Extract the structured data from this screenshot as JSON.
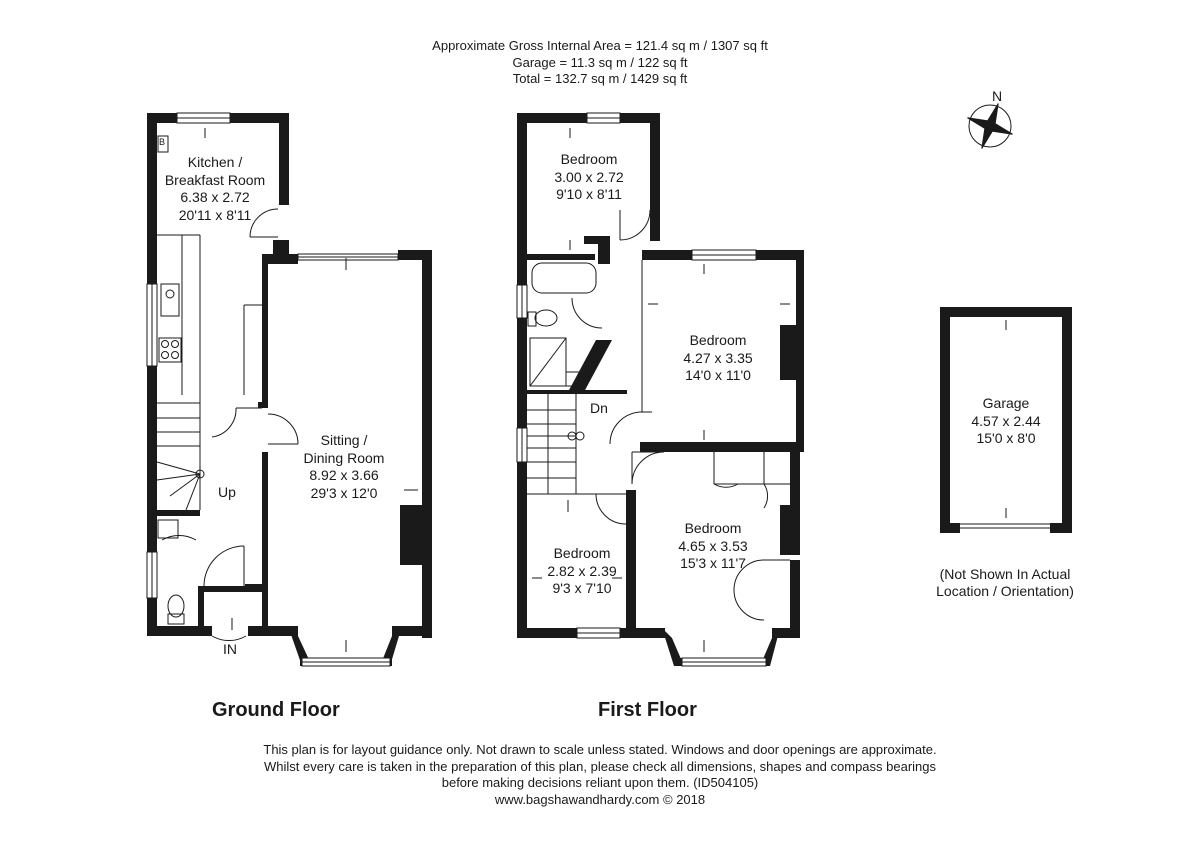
{
  "header": {
    "line1": "Approximate Gross Internal Area = 121.4 sq m / 1307 sq ft",
    "line2": "Garage = 11.3 sq m / 122 sq ft",
    "line3": "Total = 132.7 sq m / 1429 sq ft"
  },
  "compass": {
    "label": "N"
  },
  "ground_floor": {
    "title": "Ground Floor",
    "kitchen": {
      "name1": "Kitchen /",
      "name2": "Breakfast Room",
      "metric": "6.38 x 2.72",
      "imperial": "20'11 x 8'11"
    },
    "sitting": {
      "name1": "Sitting /",
      "name2": "Dining Room",
      "metric": "8.92 x 3.66",
      "imperial": "29'3 x 12'0"
    },
    "up_label": "Up",
    "in_label": "IN",
    "boiler_label": "B"
  },
  "first_floor": {
    "title": "First Floor",
    "bedroom_top": {
      "name": "Bedroom",
      "metric": "3.00 x 2.72",
      "imperial": "9'10 x 8'11"
    },
    "bedroom_right": {
      "name": "Bedroom",
      "metric": "4.27 x 3.35",
      "imperial": "14'0 x 11'0"
    },
    "bedroom_small": {
      "name": "Bedroom",
      "metric": "2.82 x 2.39",
      "imperial": "9'3 x 7'10"
    },
    "bedroom_large": {
      "name": "Bedroom",
      "metric": "4.65 x 3.53",
      "imperial": "15'3 x 11'7"
    },
    "dn_label": "Dn"
  },
  "garage": {
    "name": "Garage",
    "metric": "4.57 x 2.44",
    "imperial": "15'0 x 8'0"
  },
  "garage_note": {
    "line1": "(Not Shown In Actual",
    "line2": "Location / Orientation)"
  },
  "footer": {
    "line1": "This plan is for layout guidance only. Not drawn to scale unless stated. Windows and door openings are approximate.",
    "line2": "Whilst every care is taken in the preparation of this plan, please check all dimensions, shapes and compass bearings",
    "line3": "before making decisions reliant upon them. (ID504105)",
    "line4": "www.bagshawandhardy.com © 2018"
  }
}
